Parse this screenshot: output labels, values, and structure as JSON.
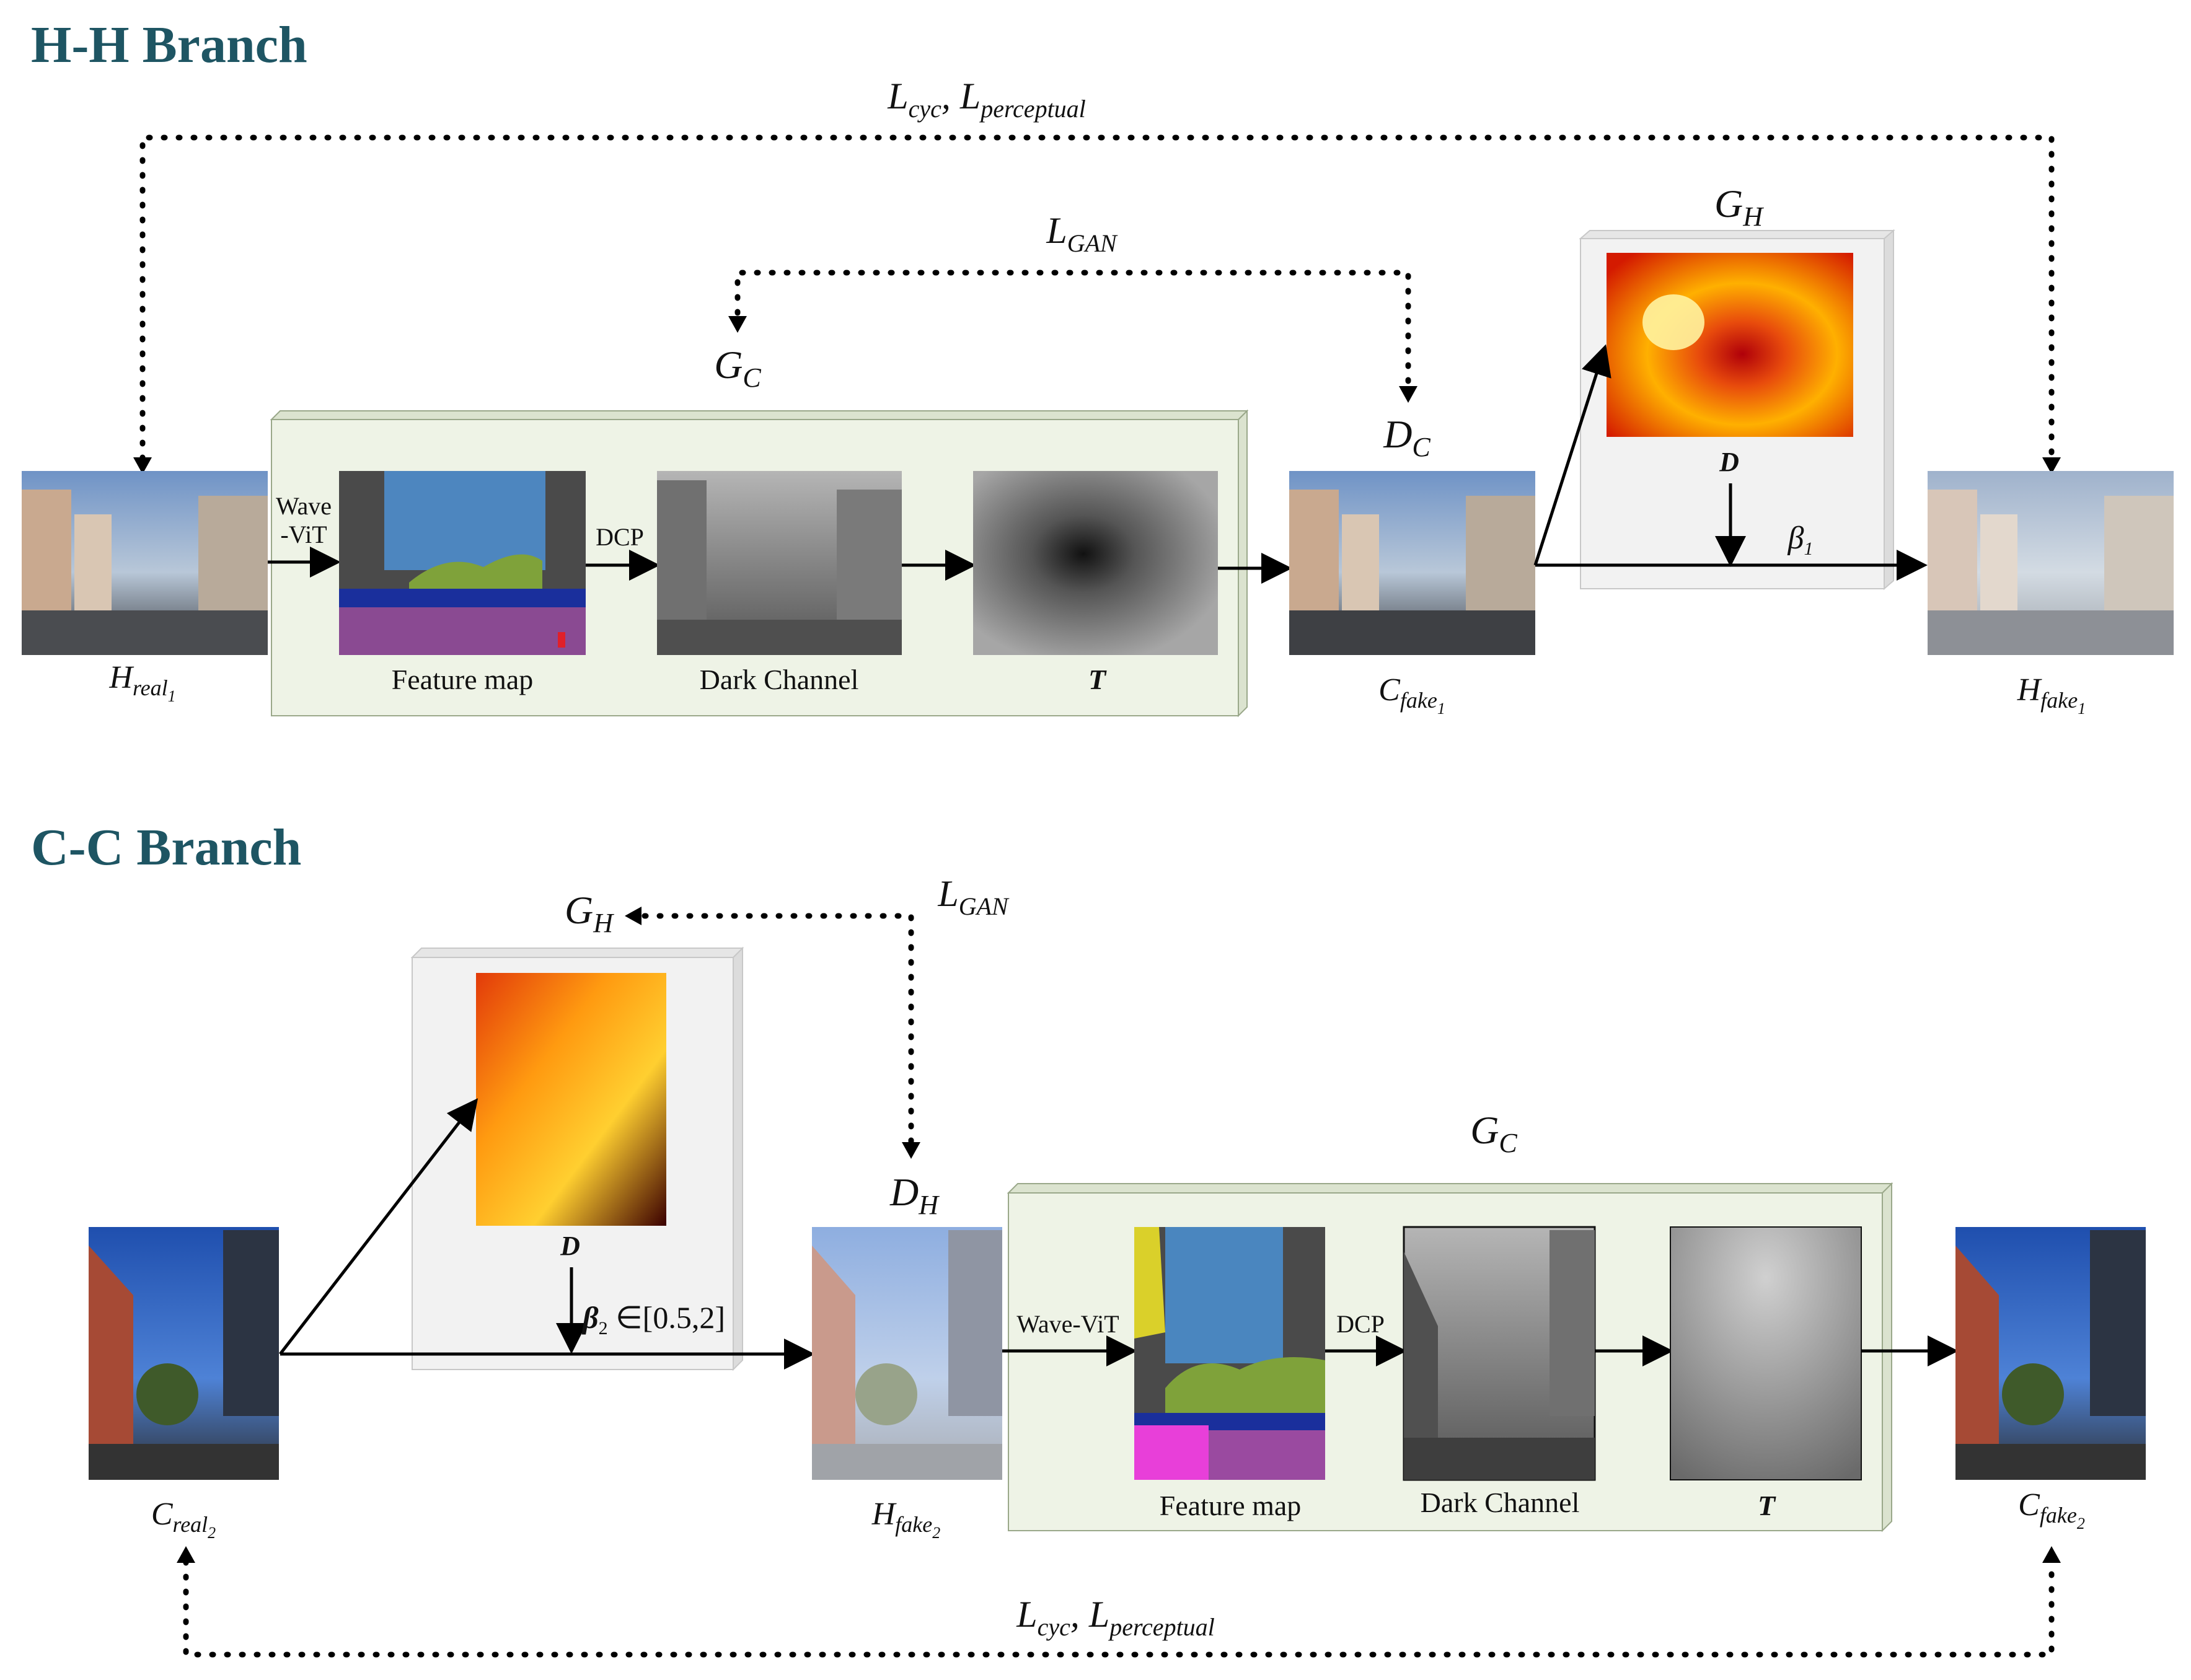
{
  "top_branch": {
    "title": "H-H Branch",
    "loss_outer": "L_cyc, L_perceptual",
    "loss_gan": "L_GAN",
    "gc_label": "G_C",
    "dc_label": "D_C",
    "gh_label": "G_H",
    "d_label": "D",
    "beta_label": "β1",
    "wave_vit_line1": "Wave",
    "wave_vit_line2": "-ViT",
    "dcp": "DCP",
    "feature_map": "Feature map",
    "dark_channel": "Dark Channel",
    "t_label": "T",
    "h_real": "H_real1",
    "c_fake": "C_fake1",
    "h_fake": "H_fake1"
  },
  "bottom_branch": {
    "title": "C-C Branch",
    "loss_outer": "L_cyc, L_perceptual",
    "loss_gan": "L_GAN",
    "gh_label": "G_H",
    "dh_label": "D_H",
    "gc_label": "G_C",
    "d_label": "D",
    "beta_label": "β2 ∈[0.5,2]",
    "wave_vit": "Wave-ViT",
    "dcp": "DCP",
    "feature_map": "Feature map",
    "dark_channel": "Dark Channel",
    "t_label": "T",
    "c_real": "C_real2",
    "h_fake": "H_fake2",
    "c_fake": "C_fake2"
  },
  "colors": {
    "title": "#1e5563",
    "module_fill": "#eef3e6",
    "gh_box_fill": "#f2f2f2"
  }
}
